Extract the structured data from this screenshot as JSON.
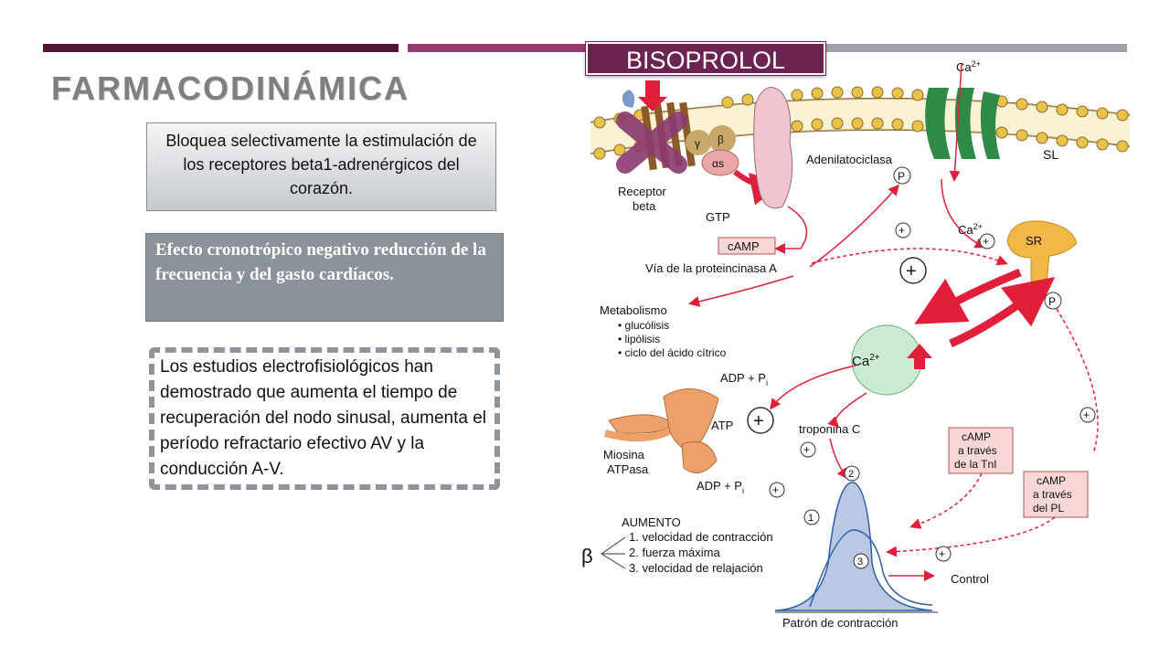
{
  "header": {
    "title": "FARMACODINÁMICA",
    "badge": "BISOPROLOL"
  },
  "colors": {
    "bar_dark": "#4f1734",
    "bar_mid": "#963b6e",
    "bar_gray": "#9da3a9",
    "badge": "#6b2350"
  },
  "content": {
    "box1": "Bloquea selectivamente la estimulación de los receptores beta1-adrenérgicos del corazón.",
    "box2": "Efecto cronotrópico negativo reducción de la frecuencia y del gasto cardíacos.",
    "box3": "Los estudios electrofisiológicos han demostrado que aumenta el tiempo de recuperación del nodo sinusal, aumenta el período refractario efectivo AV y la conducción A-V."
  },
  "diagram": {
    "ca_top": "Ca",
    "ca_sup": "2+",
    "gamma": "γ",
    "beta": "β",
    "alpha_s": "αs",
    "receptor": "Receptor",
    "beta_word": "beta",
    "gtp": "GTP",
    "adenilatociclasa": "Adenilatociclasa",
    "sl": "SL",
    "p": "P",
    "ca_mid": "Ca",
    "sr": "SR",
    "camp": "cAMP",
    "via": "Vía de la proteincinasa A",
    "metabolismo": "Metabolismo",
    "met1": "• glucólisis",
    "met2": "• lipólisis",
    "met3": "• ciclo del ácido cítrico",
    "ca_center": "Ca",
    "adp1": "ADP + P",
    "sub_i": "i",
    "atp": "ATP",
    "adp2": "ADP + P",
    "miosina1": "Miosina",
    "miosina2": "ATPasa",
    "troponina": "troponina C",
    "tnl1": "cAMP",
    "tnl2": "a través",
    "tnl3": "de la TnI",
    "pl1": "cAMP",
    "pl2": "a través",
    "pl3": "del PL",
    "aumento": "AUMENTO",
    "aum1": "1. velocidad de contracción",
    "aum2": "2. fuerza máxima",
    "aum3": "3. velocidad de relajación",
    "beta_big": "β",
    "control": "Control",
    "patron": "Patrón de contracción",
    "n1": "1",
    "n2": "2",
    "n3": "3",
    "plus": "+"
  }
}
